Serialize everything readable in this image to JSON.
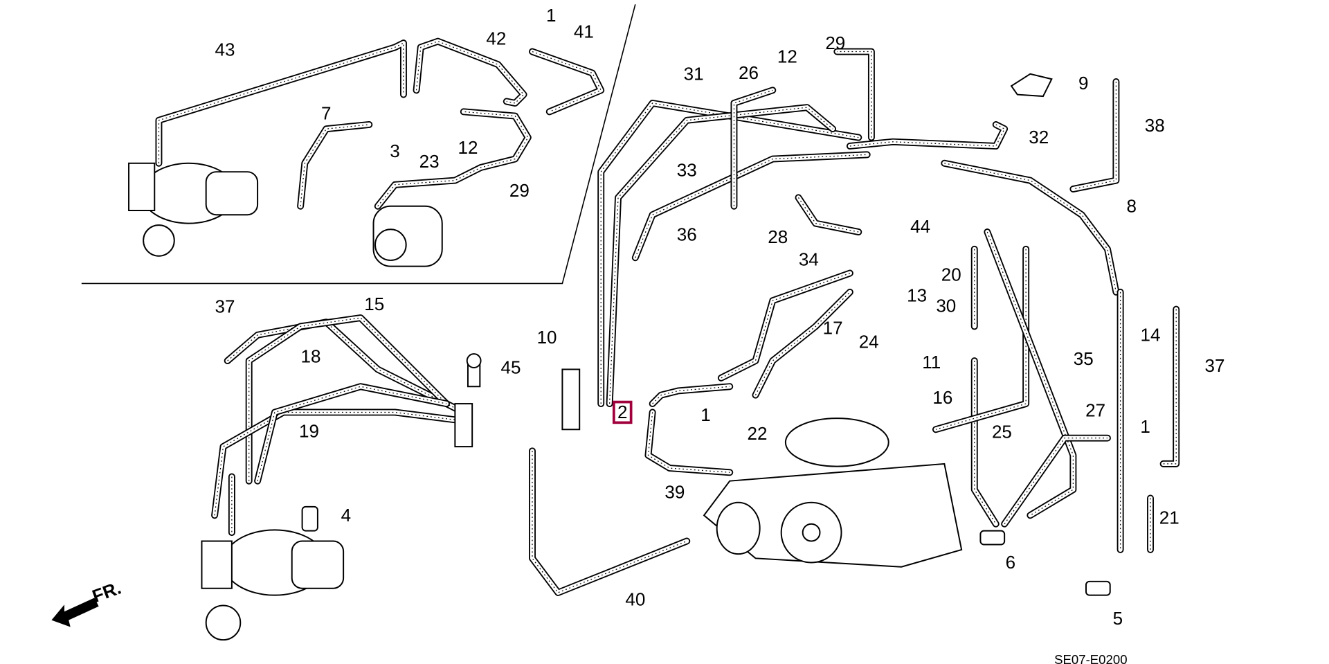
{
  "diagram": {
    "callouts": [
      "43",
      "42",
      "1",
      "41",
      "7",
      "3",
      "23",
      "12",
      "29",
      "31",
      "26",
      "12",
      "29",
      "9",
      "38",
      "32",
      "33",
      "36",
      "28",
      "44",
      "8",
      "34",
      "20",
      "13",
      "30",
      "17",
      "24",
      "14",
      "37",
      "35",
      "11",
      "16",
      "37",
      "15",
      "18",
      "10",
      "45",
      "19",
      "2",
      "1",
      "22",
      "25",
      "27",
      "1",
      "39",
      "4",
      "21",
      "6",
      "40",
      "5"
    ],
    "highlighted_callout": "2",
    "highlight_color": "#a0003c",
    "direction_label": "FR.",
    "drawing_code": "SE07-E0200"
  }
}
